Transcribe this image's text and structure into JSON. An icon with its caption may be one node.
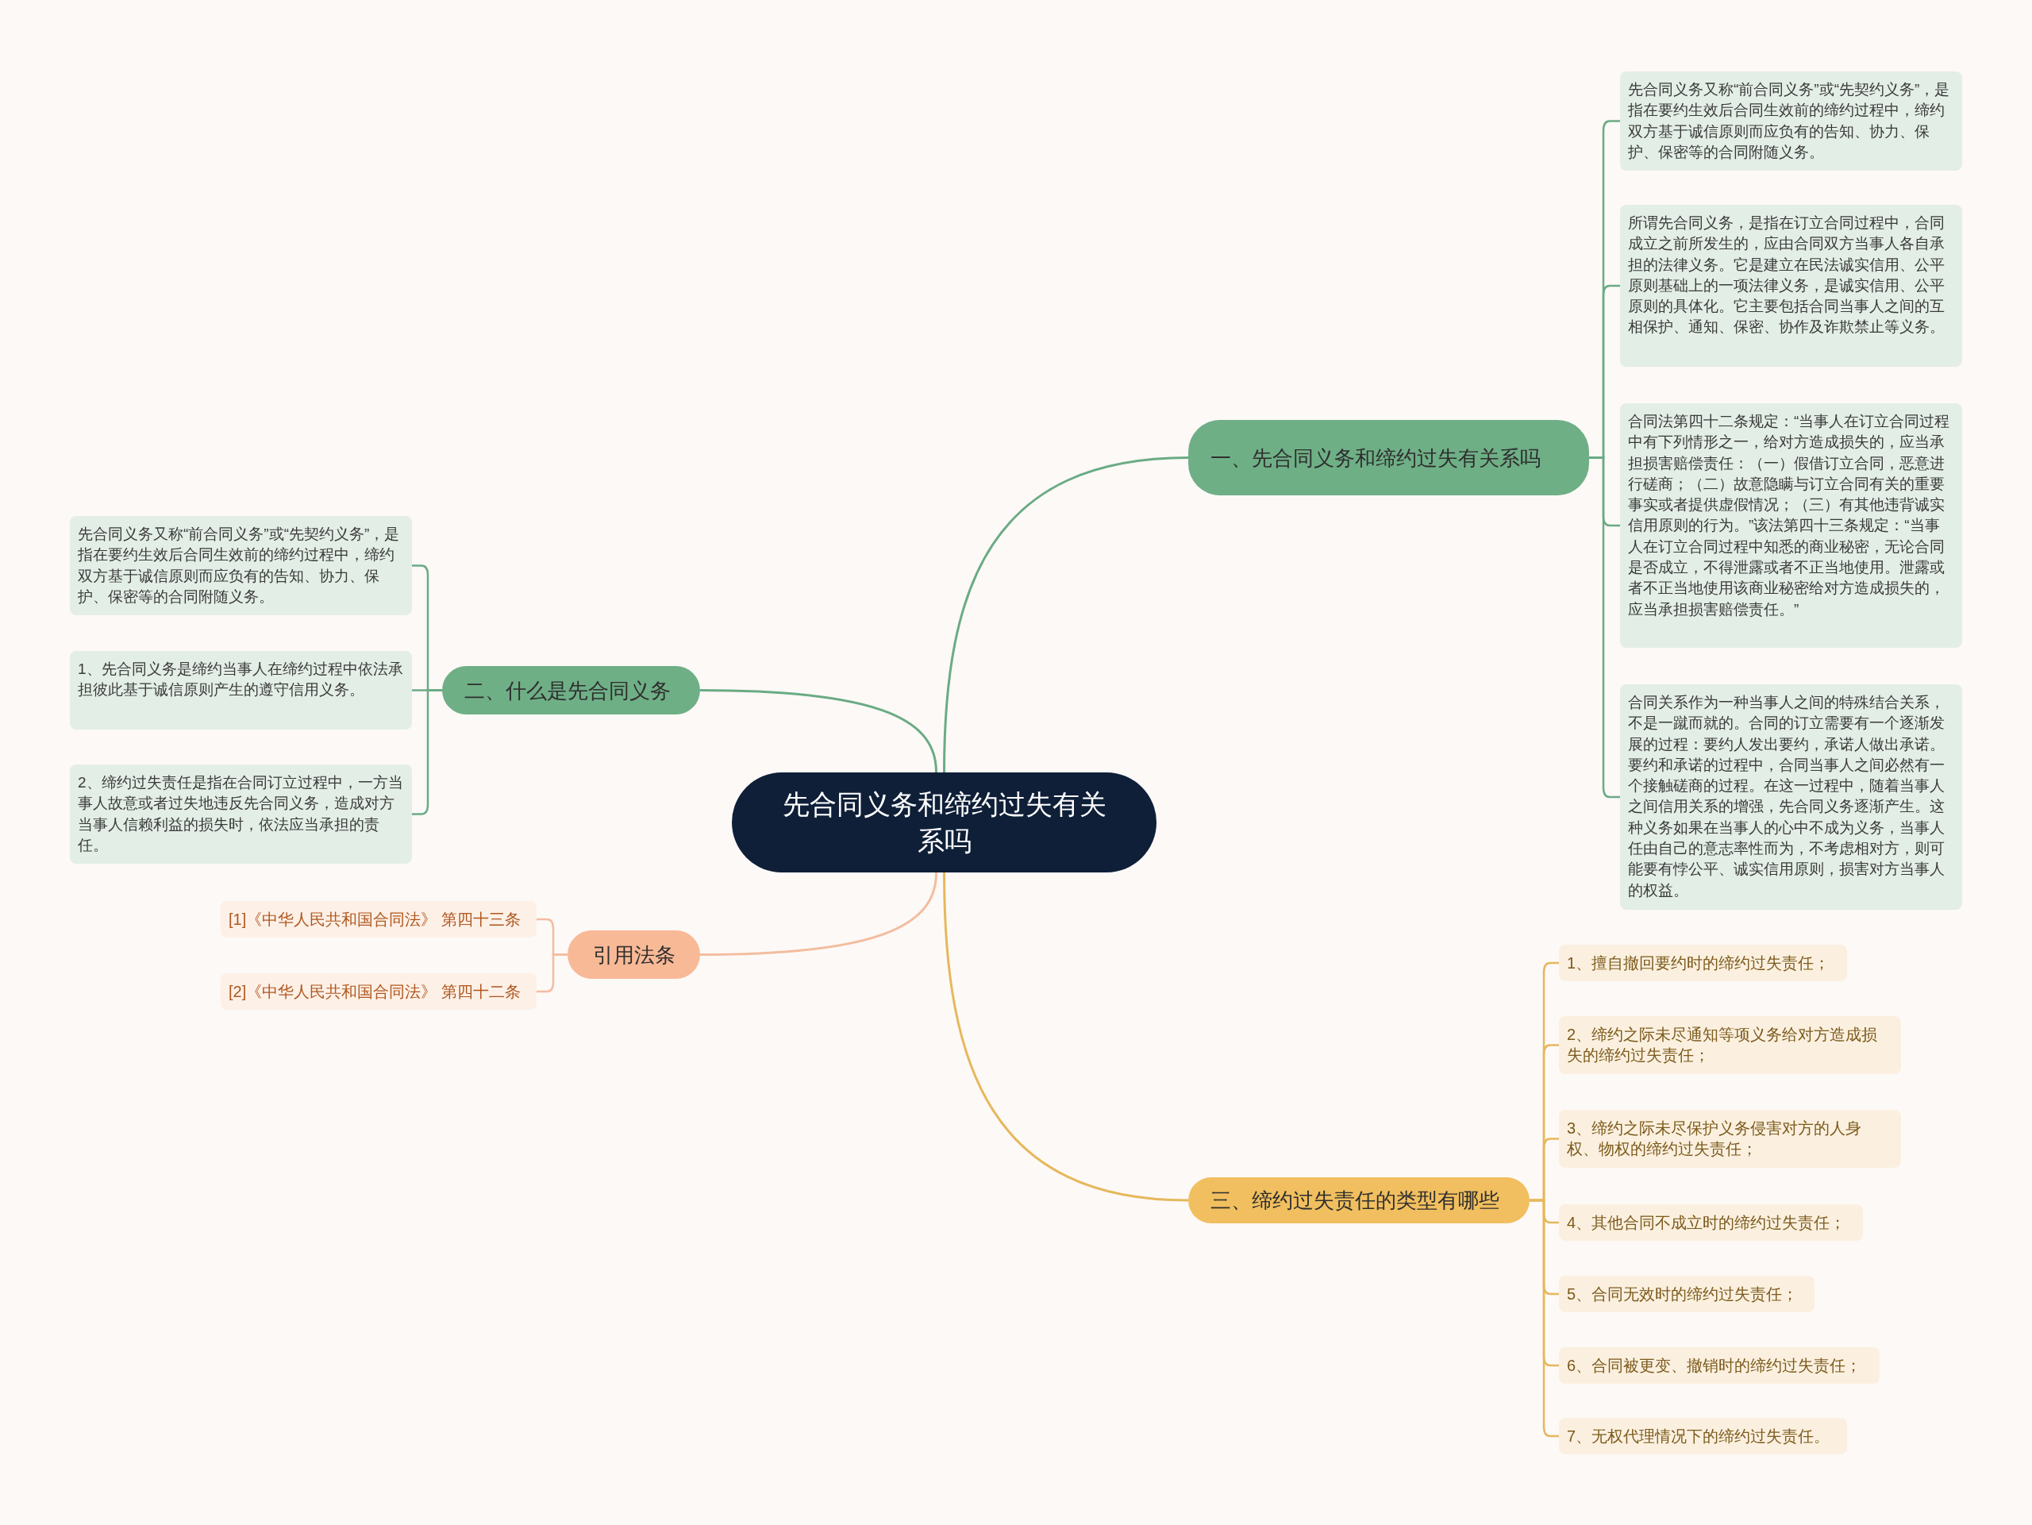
{
  "diagram": {
    "nodes": [
      {
        "text": [
          "先合同义务和缔约过失有关系吗"
        ]
      },
      {
        "text": [
          "一、先合同义务和缔约过失有关系吗"
        ]
      },
      {
        "text": [
          "先合同义务又称“前合同义务”或“先契约义务”，是指在要约生效后合同生效前的缔约过程中，缔约双方基于诚信原则而应负有的告知、协力、保护、保密等的合同附随义务。"
        ]
      },
      {
        "text": [
          "所谓先合同义务，是指在订立合同过程中，合同成立之前所发生的，应由合同双方当事人各自承担的法律义务。它是建立在民法诚实信用、公平原则基础上的一项法律义务，是诚实信用、公平原则的具体化。它主要包括合同当事人之间的互相保护、通知、保密、协作及诈欺禁止等义务。"
        ]
      },
      {
        "text": [
          "合同法第四十二条规定：“当事人在订立合同过程中有下列情形之一，给对方造成损失的，应当承担损害赔偿责任：（一）假借订立合同，恶意进行磋商；（二）故意隐瞒与订立合同有关的重要事实或者提供虚假情况；（三）有其他违背诚实信用原则的行为。”该法第四十三条规定：“当事人在订立合同过程中知悉的商业秘密，无论合同是否成立，不得泄露或者不正当地使用。泄露或者不正当地使用该商业秘密给对方造成损失的，应当承担损害赔偿责任。”"
        ]
      },
      {
        "text": [
          "合同关系作为一种当事人之间的特殊结合关系，不是一蹴而就的。合同的订立需要有一个逐渐发展的过程：要约人发出要约，承诺人做出承诺。要约和承诺的过程中，合同当事人之间必然有一个接触磋商的过程。在这一过程中，随着当事人之间信用关系的增强，先合同义务逐渐产生。这种义务如果在当事人的心中不成为义务，当事人任由自己的意志率性而为，不考虑相对方，则可能要有悖公平、诚实信用原则，损害对方当事人的权益。"
        ]
      },
      {
        "text": [
          "二、什么是先合同义务"
        ]
      },
      {
        "text": [
          "先合同义务又称“前合同义务”或“先契约义务”，是指在要约生效后合同生效前的缔约过程中，缔约双方基于诚信原则而应负有的告知、协力、保护、保密等的合同附随义务。"
        ]
      },
      {
        "text": [
          "1、先合同义务是缔约当事人在缔约过程中依法承担彼此基于诚信原则产生的遵守信用义务。"
        ]
      },
      {
        "text": [
          "2、缔约过失责任是指在合同订立过程中，一方当事人故意或者过失地违反先合同义务，造成对方当事人信赖利益的损失时，依法应当承担的责任。"
        ]
      },
      {
        "text": [
          "引用法条"
        ]
      },
      {
        "text": [
          "[1]《中华人民共和国合同法》 第四十三条"
        ]
      },
      {
        "text": [
          "[2]《中华人民共和国合同法》 第四十二条"
        ]
      },
      {
        "text": [
          "三、缔约过失责任的类型有哪些"
        ]
      },
      {
        "text": [
          "1、擅自撤回要约时的缔约过失责任；"
        ]
      },
      {
        "text": [
          "2、缔约之际未尽通知等项义务给对方造成损失的缔约过失责任；"
        ]
      },
      {
        "text": [
          "3、缔约之际未尽保护义务侵害对方的人身权、物权的缔约过失责任；"
        ]
      },
      {
        "text": [
          "4、其他合同不成立时的缔约过失责任；"
        ]
      },
      {
        "text": [
          "5、合同无效时的缔约过失责任；"
        ]
      },
      {
        "text": [
          "6、合同被更变、撤销时的缔约过失责任；"
        ]
      },
      {
        "text": [
          "7、无权代理情况下的缔约过失责任。"
        ]
      }
    ],
    "edges": [
      {
        "from": 0,
        "to": 1,
        "arrow": "none",
        "color": "#6aab84"
      },
      {
        "from": 1,
        "to": 2,
        "arrow": "none",
        "color": "#6aab84"
      },
      {
        "from": 1,
        "to": 3,
        "arrow": "none",
        "color": "#6aab84"
      },
      {
        "from": 1,
        "to": 4,
        "arrow": "none",
        "color": "#6aab84"
      },
      {
        "from": 1,
        "to": 5,
        "arrow": "none",
        "color": "#6aab84"
      },
      {
        "from": 0,
        "to": 6,
        "arrow": "none",
        "color": "#6aab84"
      },
      {
        "from": 6,
        "to": 7,
        "arrow": "none",
        "color": "#6aab84"
      },
      {
        "from": 6,
        "to": 8,
        "arrow": "none",
        "color": "#6aab84"
      },
      {
        "from": 6,
        "to": 9,
        "arrow": "none",
        "color": "#6aab84"
      },
      {
        "from": 0,
        "to": 10,
        "arrow": "none",
        "color": "#f3bd9f"
      },
      {
        "from": 10,
        "to": 11,
        "arrow": "none",
        "color": "#f3bd9f"
      },
      {
        "from": 10,
        "to": 12,
        "arrow": "none",
        "color": "#f3bd9f"
      },
      {
        "from": 0,
        "to": 13,
        "arrow": "none",
        "color": "#e6b85c"
      },
      {
        "from": 13,
        "to": 14,
        "arrow": "none",
        "color": "#e6b85c"
      },
      {
        "from": 13,
        "to": 15,
        "arrow": "none",
        "color": "#e6b85c"
      },
      {
        "from": 13,
        "to": 16,
        "arrow": "none",
        "color": "#e6b85c"
      },
      {
        "from": 13,
        "to": 17,
        "arrow": "none",
        "color": "#e6b85c"
      },
      {
        "from": 13,
        "to": 18,
        "arrow": "none",
        "color": "#e6b85c"
      },
      {
        "from": 13,
        "to": 19,
        "arrow": "none",
        "color": "#e6b85c"
      },
      {
        "from": 13,
        "to": 20,
        "arrow": "none",
        "color": "#e6b85c"
      }
    ]
  }
}
